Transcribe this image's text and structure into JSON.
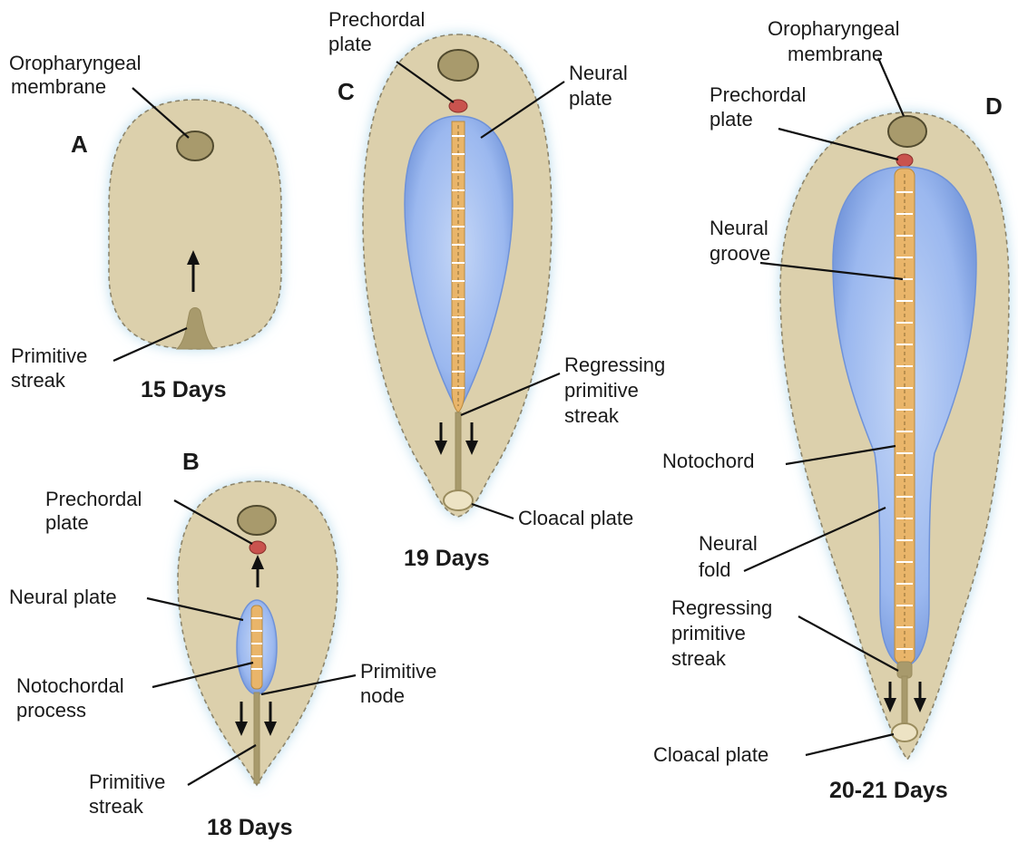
{
  "panels": {
    "a": {
      "letter": "A",
      "days": "15 Days",
      "labels": {
        "oro_line1": "Oropharyngeal",
        "oro_line2": "membrane",
        "streak_line1": "Primitive",
        "streak_line2": "streak"
      }
    },
    "b": {
      "letter": "B",
      "days": "18 Days",
      "labels": {
        "prechordal_line1": "Prechordal",
        "prechordal_line2": "plate",
        "neural_plate": "Neural plate",
        "noto_line1": "Notochordal",
        "noto_line2": "process",
        "node_line1": "Primitive",
        "node_line2": "node",
        "streak_line1": "Primitive",
        "streak_line2": "streak"
      }
    },
    "c": {
      "letter": "C",
      "days": "19 Days",
      "labels": {
        "prechordal_line1": "Prechordal",
        "prechordal_line2": "plate",
        "neural_line1": "Neural",
        "neural_line2": "plate",
        "regress_line1": "Regressing",
        "regress_line2": "primitive",
        "regress_line3": "streak",
        "cloacal": "Cloacal plate"
      }
    },
    "d": {
      "letter": "D",
      "days": "20-21 Days",
      "labels": {
        "oro_line1": "Oropharyngeal",
        "oro_line2": "membrane",
        "prechordal_line1": "Prechordal",
        "prechordal_line2": "plate",
        "groove_line1": "Neural",
        "groove_line2": "groove",
        "notochord": "Notochord",
        "fold_line1": "Neural",
        "fold_line2": "fold",
        "regress_line1": "Regressing",
        "regress_line2": "primitive",
        "regress_line3": "streak",
        "cloacal": "Cloacal plate"
      }
    }
  },
  "colors": {
    "disc": "#dcd0ac",
    "neural_plate": "#8fb0ec",
    "notochord": "#e9b56a",
    "prechordal_plate": "#c9534e",
    "membrane": "#a89a6c"
  }
}
